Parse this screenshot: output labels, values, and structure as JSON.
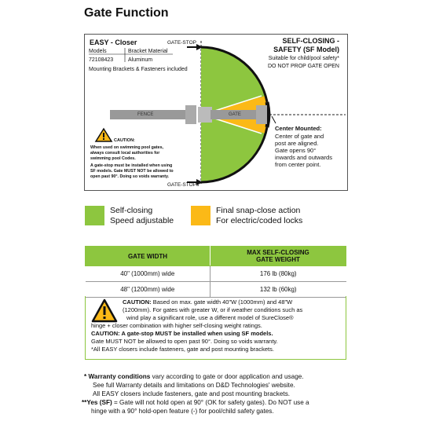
{
  "title": "Gate Function",
  "diagram": {
    "easy_closer": "EASY - Closer",
    "models_header": "Models",
    "bracket_header": "Bracket Material",
    "model_number": "72108423",
    "bracket_material": "Aluminum",
    "included_note": "Mounting Brackets & Fasteners included",
    "gate_stop_top": "GATE-STOP",
    "gate_stop_bottom": "GATE-STOPs",
    "sc_title_1": "SELF-CLOSING -",
    "sc_title_2": "SAFETY (SF Model)",
    "suitable": "Suitable for child/pool safety*",
    "do_not_prop": "DO NOT PROP GATE OPEN",
    "fence": "FENCE",
    "gate": "GATE",
    "center_title": "Center Mounted:",
    "center_lines": [
      "Center of gate and",
      "post are aligned.",
      "Gate opens 90°",
      "inwards and outwards",
      "from center point."
    ],
    "caution_label": "CAUTION:",
    "caution_lines": [
      "When used on swimming pool gates,",
      "always consult local authorities for",
      "swimming pool Codes.",
      "A gate-stop must be installed when using",
      "SF models. Gate MUST NOT be allowed to",
      "open past 90°. Doing so voids warranty."
    ]
  },
  "legend": {
    "green_line1": "Self-closing",
    "green_line2": "Speed adjustable",
    "yellow_line1": "Final snap-close action",
    "yellow_line2": "For electric/coded locks"
  },
  "table": {
    "col1_header": "GATE WIDTH",
    "col2_header_1": "MAX SELF-CLOSING",
    "col2_header_2": "GATE WEIGHT",
    "rows": [
      {
        "width": "40\" (1000mm) wide",
        "weight": "176 lb (80kg)"
      },
      {
        "width": "48\" (1200mm) wide",
        "weight": "132 lb (60kg)"
      }
    ]
  },
  "caution": {
    "label": "CAUTION:",
    "line1": " Based on max. gate width 40\"W (1000mm) and 48\"W",
    "line2": "(1200mm). For gates with greater W, or if weather conditions such as",
    "line3": "wind play a significant role, use a different model of SureClose®",
    "line4": "hinge + closer combination with higher self-closing weight ratings.",
    "line5": "CAUTION: A gate-stop MUST be installed when using SF models.",
    "line6": "Gate MUST NOT be allowed to open past 90°. Doing so voids warranty.",
    "line7": "*All EASY closers include fasteners, gate and post mounting brackets."
  },
  "footer": {
    "line1_bold": "* Warranty conditions",
    "line1_rest": " vary according to gate or door application and usage.",
    "line2": "See full Warranty details and limitations on D&D Technologies' website.",
    "line3": "All EASY closers include fasteners, gate and post mounting brackets.",
    "line4_bold": "**Yes (SF)",
    "line4_rest": " = Gate will not hold open at 90° (OK for safety gates). Do NOT use a",
    "line5": "hinge with a 90° hold-open feature (-) for pool/child safety gates."
  },
  "colors": {
    "green": "#8dc63f",
    "yellow": "#fbb917"
  }
}
